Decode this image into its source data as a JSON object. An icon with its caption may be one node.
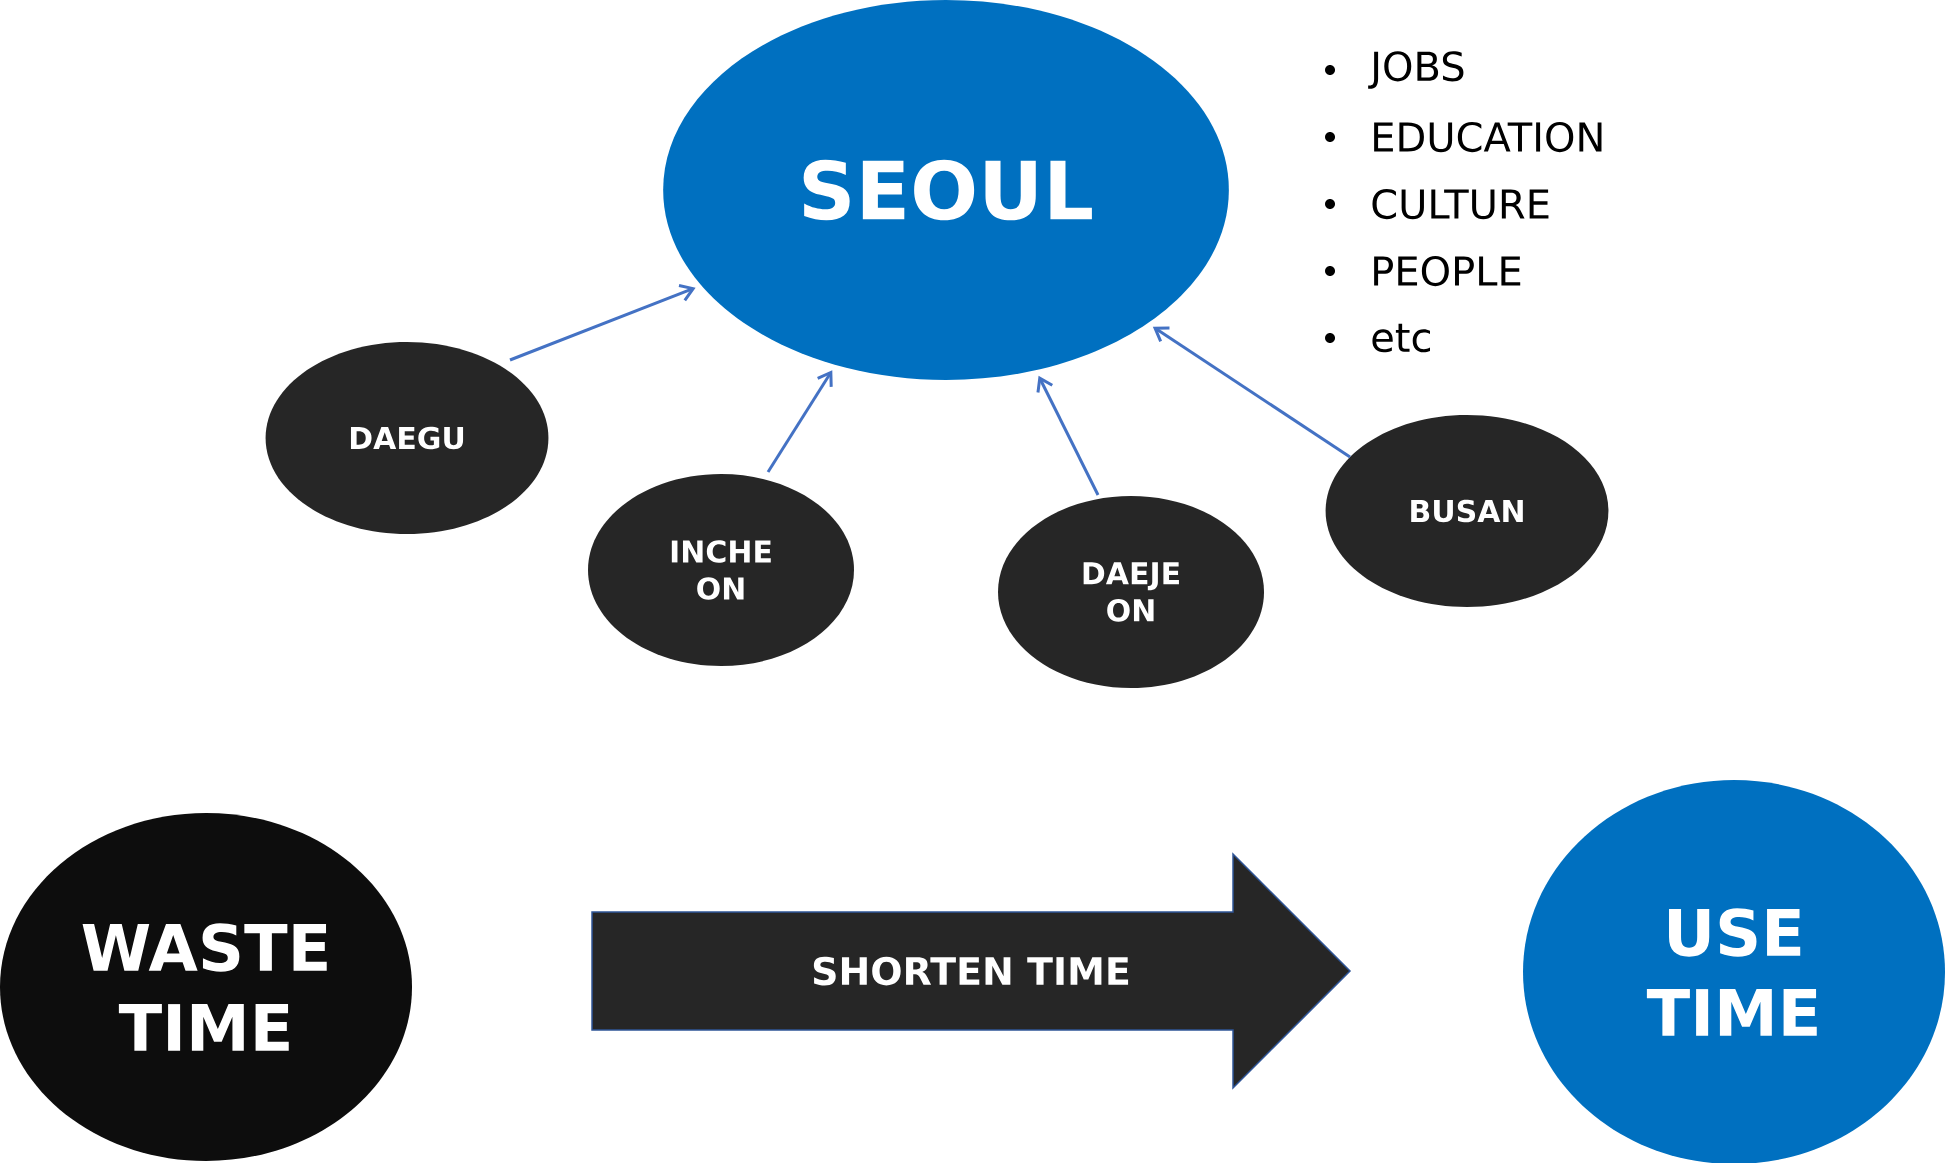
{
  "diagram": {
    "nodes": [
      {
        "text": [
          "SEOUL"
        ]
      },
      {
        "text": [
          "DAEGU"
        ]
      },
      {
        "text": [
          "INCHE ON"
        ]
      },
      {
        "text": [
          "DAEJE ON"
        ]
      },
      {
        "text": [
          "BUSAN"
        ]
      },
      {
        "text": [
          "WASTE TIME"
        ]
      },
      {
        "text": [
          "SHORTEN TIME"
        ]
      },
      {
        "text": [
          "USE TIME"
        ]
      }
    ],
    "edges": [
      {
        "from": 1,
        "to": 0,
        "arrow": "to",
        "color": "#4472c4"
      },
      {
        "from": 2,
        "to": 0,
        "arrow": "to",
        "color": "#4472c4"
      },
      {
        "from": 3,
        "to": 0,
        "arrow": "to",
        "color": "#4472c4"
      },
      {
        "from": 4,
        "to": 0,
        "arrow": "to",
        "color": "#4472c4"
      }
    ],
    "labels": [
      "JOBS",
      "EDUCATION",
      "CULTURE",
      "PEOPLE",
      "etc"
    ]
  }
}
